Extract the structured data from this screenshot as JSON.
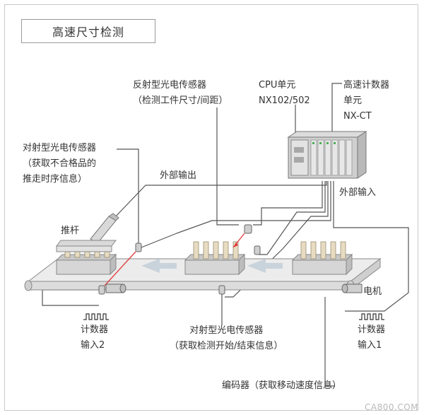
{
  "title": "高速尺寸检测",
  "labels": {
    "reflective_sensor": [
      "反射型光电传感器",
      "（检测工件尺寸/间距）"
    ],
    "cpu_unit": [
      "CPU单元",
      "NX102/502"
    ],
    "counter_unit": [
      "高速计数器",
      "单元",
      "NX-CT"
    ],
    "thru_sensor_top": [
      "对射型光电传感器",
      "（获取不合格品的",
      "推走时序信息）"
    ],
    "external_output": "外部输出",
    "external_input": "外部输入",
    "pusher": "推杆",
    "motor": "电机",
    "counter_input_2": [
      "计数器",
      "输入2"
    ],
    "thru_sensor_bottom": [
      "对射型光电传感器",
      "（获取检测开始/结束信息）"
    ],
    "counter_input_1": [
      "计数器",
      "输入1"
    ],
    "encoder": "编码器（获取移动速度信息）"
  },
  "watermark": "CA800.COM",
  "colors": {
    "line": "#555555",
    "beam": "#e03a3a",
    "belt": "#e9e9e9",
    "block": "#d6d6d6",
    "pin": "#e7dcc2",
    "arrow": "#c9d3dc"
  }
}
